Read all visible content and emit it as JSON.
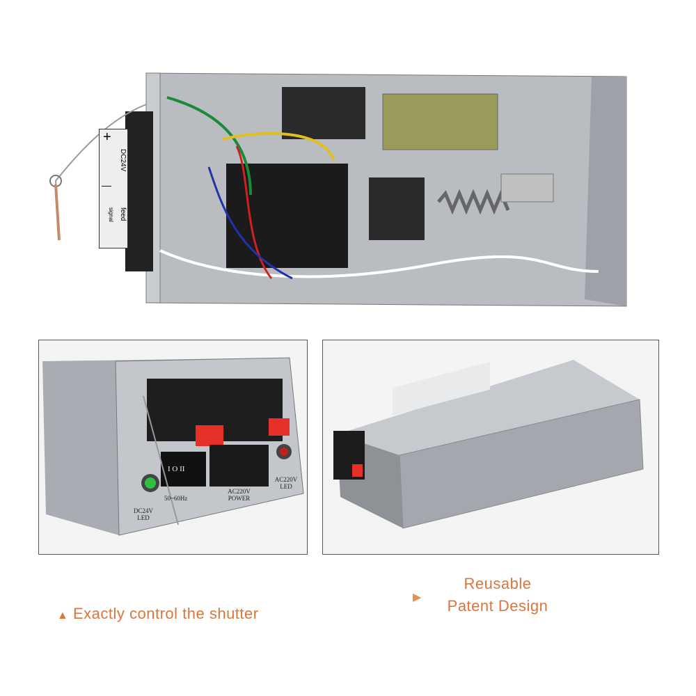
{
  "photo_top": {
    "panel_labels": {
      "plus": "+",
      "voltage": "DC24V",
      "minus": "—",
      "feed": "feed",
      "signal": "signal"
    }
  },
  "photo_left": {
    "labels": {
      "dc_led": "DC24V LED",
      "freq": "50~60Hz",
      "ac_power": "AC220V POWER",
      "ac_led": "AC220V LED",
      "switch": "I O II"
    }
  },
  "captions": {
    "left": "Exactly control the shutter",
    "right_line1": "Reusable",
    "right_line2": "Patent Design"
  },
  "colors": {
    "caption": "#d9773a",
    "metal": "#a9adb3",
    "terminal_red": "#e8302a"
  }
}
